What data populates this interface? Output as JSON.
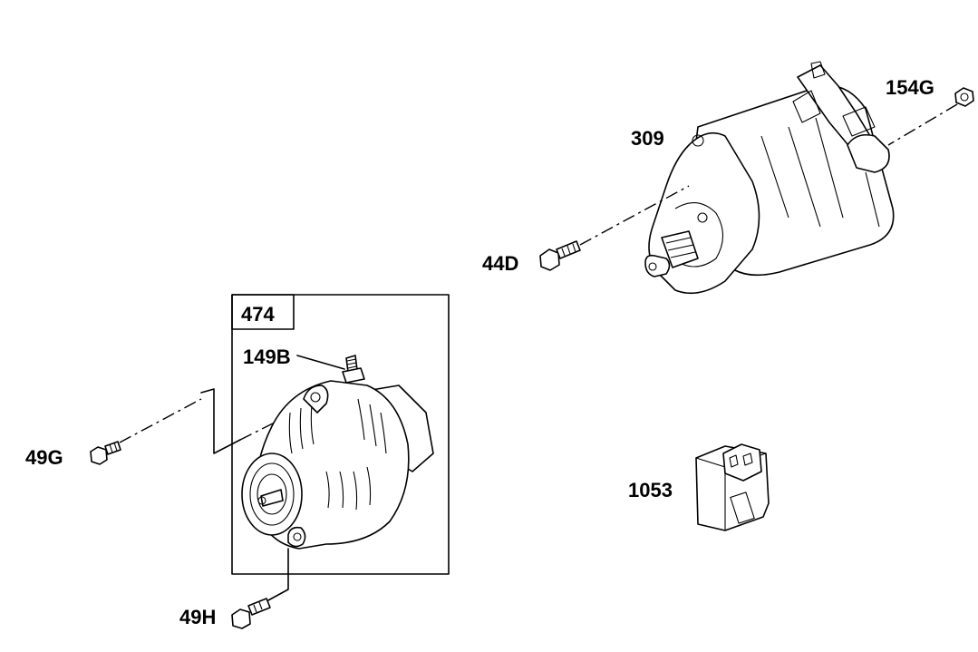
{
  "parts": {
    "starter": {
      "label": "309"
    },
    "starter_nut": {
      "label": "154G"
    },
    "starter_bolt": {
      "label": "44D"
    },
    "alternator_group": {
      "label": "474"
    },
    "alternator_stud": {
      "label": "149B"
    },
    "alternator_bolt_upper": {
      "label": "49G"
    },
    "alternator_bolt_lower": {
      "label": "49H"
    },
    "relay": {
      "label": "1053"
    }
  }
}
